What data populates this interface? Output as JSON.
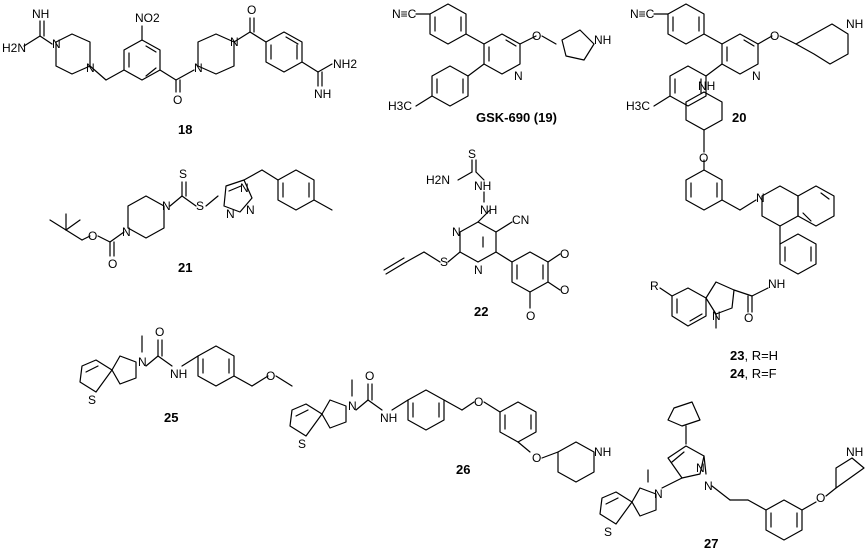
{
  "compounds": [
    {
      "id": "c18",
      "caption": "18"
    },
    {
      "id": "c19",
      "caption": "GSK-690 (19)"
    },
    {
      "id": "c20",
      "caption": "20"
    },
    {
      "id": "c21",
      "caption": "21"
    },
    {
      "id": "c22",
      "caption": "22"
    },
    {
      "id": "c23",
      "caption": "23",
      "caption_suffix": ", R=H"
    },
    {
      "id": "c24",
      "caption": "24",
      "caption_suffix": ", R=F"
    },
    {
      "id": "c25",
      "caption": "25"
    },
    {
      "id": "c26",
      "caption": "26"
    },
    {
      "id": "c27",
      "caption": "27"
    }
  ],
  "atom_labels": {
    "imine_nh": "NH",
    "amine_nh2": "NH2",
    "h2n": "H2N",
    "nitro": "NO2",
    "carbonyl_o": "O",
    "n": "N",
    "nh": "NH",
    "s": "S",
    "cn": "N≡C",
    "cn_right": "CN",
    "h3c": "H3C",
    "o": "O",
    "r": "R",
    "ring_nh": "NH"
  }
}
